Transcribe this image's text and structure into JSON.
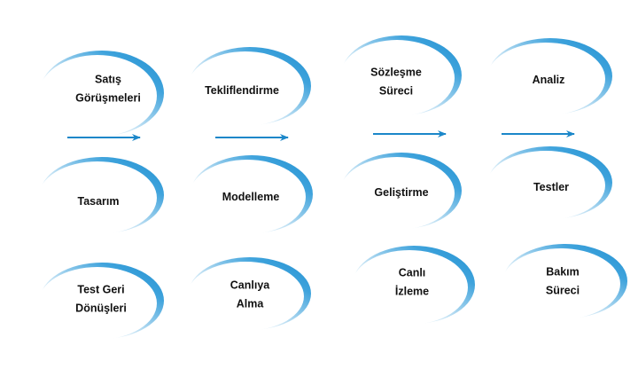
{
  "colors": {
    "accent": "#2f9ad6",
    "arrow": "#1b87c9",
    "text": "#111111"
  },
  "nodes": [
    {
      "lines": [
        "Satış",
        "Görüşmeleri"
      ]
    },
    {
      "lines": [
        "Tekliflendirme"
      ]
    },
    {
      "lines": [
        "Sözleşme",
        "Süreci"
      ]
    },
    {
      "lines": [
        "Analiz"
      ]
    },
    {
      "lines": [
        "Tasarım"
      ]
    },
    {
      "lines": [
        "Modelleme"
      ]
    },
    {
      "lines": [
        "Geliştirme"
      ]
    },
    {
      "lines": [
        "Testler"
      ]
    },
    {
      "lines": [
        "Test Geri",
        "Dönüşleri"
      ]
    },
    {
      "lines": [
        "Canlıya",
        "Alma"
      ]
    },
    {
      "lines": [
        "Canlı",
        "İzleme"
      ]
    },
    {
      "lines": [
        "Bakım",
        "Süreci"
      ]
    }
  ],
  "arrow_count": 4
}
